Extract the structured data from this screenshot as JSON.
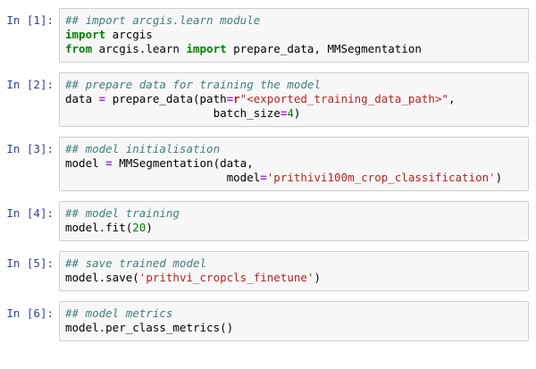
{
  "notebook": {
    "cells": [
      {
        "prompt": "In [1]:",
        "lines": [
          {
            "tokens": [
              {
                "t": "## import arcgis.learn module",
                "c": "c"
              }
            ]
          },
          {
            "tokens": [
              {
                "t": "import",
                "c": "k"
              },
              {
                "t": " arcgis",
                "c": "n"
              }
            ]
          },
          {
            "tokens": [
              {
                "t": "from",
                "c": "k"
              },
              {
                "t": " arcgis.learn ",
                "c": "n"
              },
              {
                "t": "import",
                "c": "k"
              },
              {
                "t": " prepare_data, MMSegmentation",
                "c": "n"
              }
            ]
          }
        ]
      },
      {
        "prompt": "In [2]:",
        "lines": [
          {
            "tokens": [
              {
                "t": "## prepare data for training the model",
                "c": "c"
              }
            ]
          },
          {
            "tokens": [
              {
                "t": "data ",
                "c": "n"
              },
              {
                "t": "=",
                "c": "o"
              },
              {
                "t": " prepare_data(path",
                "c": "n"
              },
              {
                "t": "=",
                "c": "o"
              },
              {
                "t": "r",
                "c": "sp"
              },
              {
                "t": "\"<exported_training_data_path>\"",
                "c": "s"
              },
              {
                "t": ",",
                "c": "p"
              }
            ]
          },
          {
            "tokens": [
              {
                "t": "                      batch_size",
                "c": "n"
              },
              {
                "t": "=",
                "c": "o"
              },
              {
                "t": "4",
                "c": "m"
              },
              {
                "t": ")",
                "c": "p"
              }
            ]
          }
        ]
      },
      {
        "prompt": "In [3]:",
        "lines": [
          {
            "tokens": [
              {
                "t": "## model initialisation",
                "c": "c"
              }
            ]
          },
          {
            "tokens": [
              {
                "t": "model ",
                "c": "n"
              },
              {
                "t": "=",
                "c": "o"
              },
              {
                "t": " MMSegmentation(data,",
                "c": "n"
              }
            ]
          },
          {
            "tokens": [
              {
                "t": "                        model",
                "c": "n"
              },
              {
                "t": "=",
                "c": "o"
              },
              {
                "t": "'prithivi100m_crop_classification'",
                "c": "s"
              },
              {
                "t": ")",
                "c": "p"
              }
            ]
          }
        ]
      },
      {
        "prompt": "In [4]:",
        "lines": [
          {
            "tokens": [
              {
                "t": "## model training",
                "c": "c"
              }
            ]
          },
          {
            "tokens": [
              {
                "t": "model.fit(",
                "c": "n"
              },
              {
                "t": "20",
                "c": "m"
              },
              {
                "t": ")",
                "c": "p"
              }
            ]
          }
        ]
      },
      {
        "prompt": "In [5]:",
        "lines": [
          {
            "tokens": [
              {
                "t": "## save trained model",
                "c": "c"
              }
            ]
          },
          {
            "tokens": [
              {
                "t": "model.save(",
                "c": "n"
              },
              {
                "t": "'prithvi_cropcls_finetune'",
                "c": "s"
              },
              {
                "t": ")",
                "c": "p"
              }
            ]
          }
        ]
      },
      {
        "prompt": "In [6]:",
        "lines": [
          {
            "tokens": [
              {
                "t": "## model metrics",
                "c": "c"
              }
            ]
          },
          {
            "tokens": [
              {
                "t": "model.per_class_metrics()",
                "c": "n"
              }
            ]
          }
        ]
      }
    ]
  }
}
